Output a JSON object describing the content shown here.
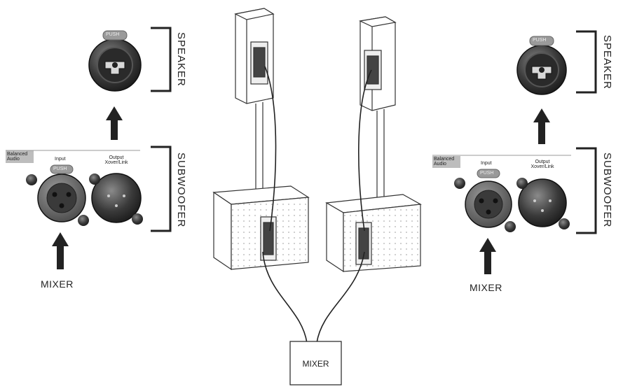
{
  "labels": {
    "speaker": "SPEAKER",
    "subwoofer": "SUBWOOFER",
    "mixer": "MIXER",
    "balanced_audio": "Balanced Audio",
    "input": "Input",
    "output": "Output Xover/Link",
    "push": "PUSH"
  },
  "colors": {
    "ink": "#222222",
    "connector_dark": "#3a3a3a",
    "connector_mid": "#6e6e6e",
    "connector_light": "#a8a8a8",
    "panel_gray": "#bdbdbd"
  },
  "icons": [
    "combo-jack-icon",
    "xlr-female-icon",
    "xlr-male-icon",
    "arrow-up-icon",
    "speaker-cabinet-icon",
    "subwoofer-cabinet-icon",
    "mixer-box-icon"
  ]
}
